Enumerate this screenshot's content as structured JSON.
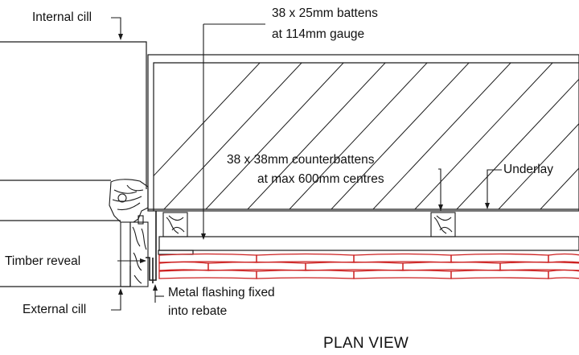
{
  "labels": {
    "internal_cill": "Internal cill",
    "battens_line1": "38 x 25mm battens",
    "battens_line2": "at 114mm gauge",
    "counterbattens_line1": "38 x 38mm counterbattens",
    "counterbattens_line2": "at max 600mm centres",
    "underlay": "Underlay",
    "timber_reveal": "Timber reveal",
    "external_cill": "External cill",
    "flashing_line1": "Metal flashing fixed",
    "flashing_line2": "into rebate",
    "view_title": "PLAN VIEW"
  },
  "colors": {
    "line": "#1a1a1a",
    "tile": "#cc1f1f",
    "background": "#ffffff"
  }
}
